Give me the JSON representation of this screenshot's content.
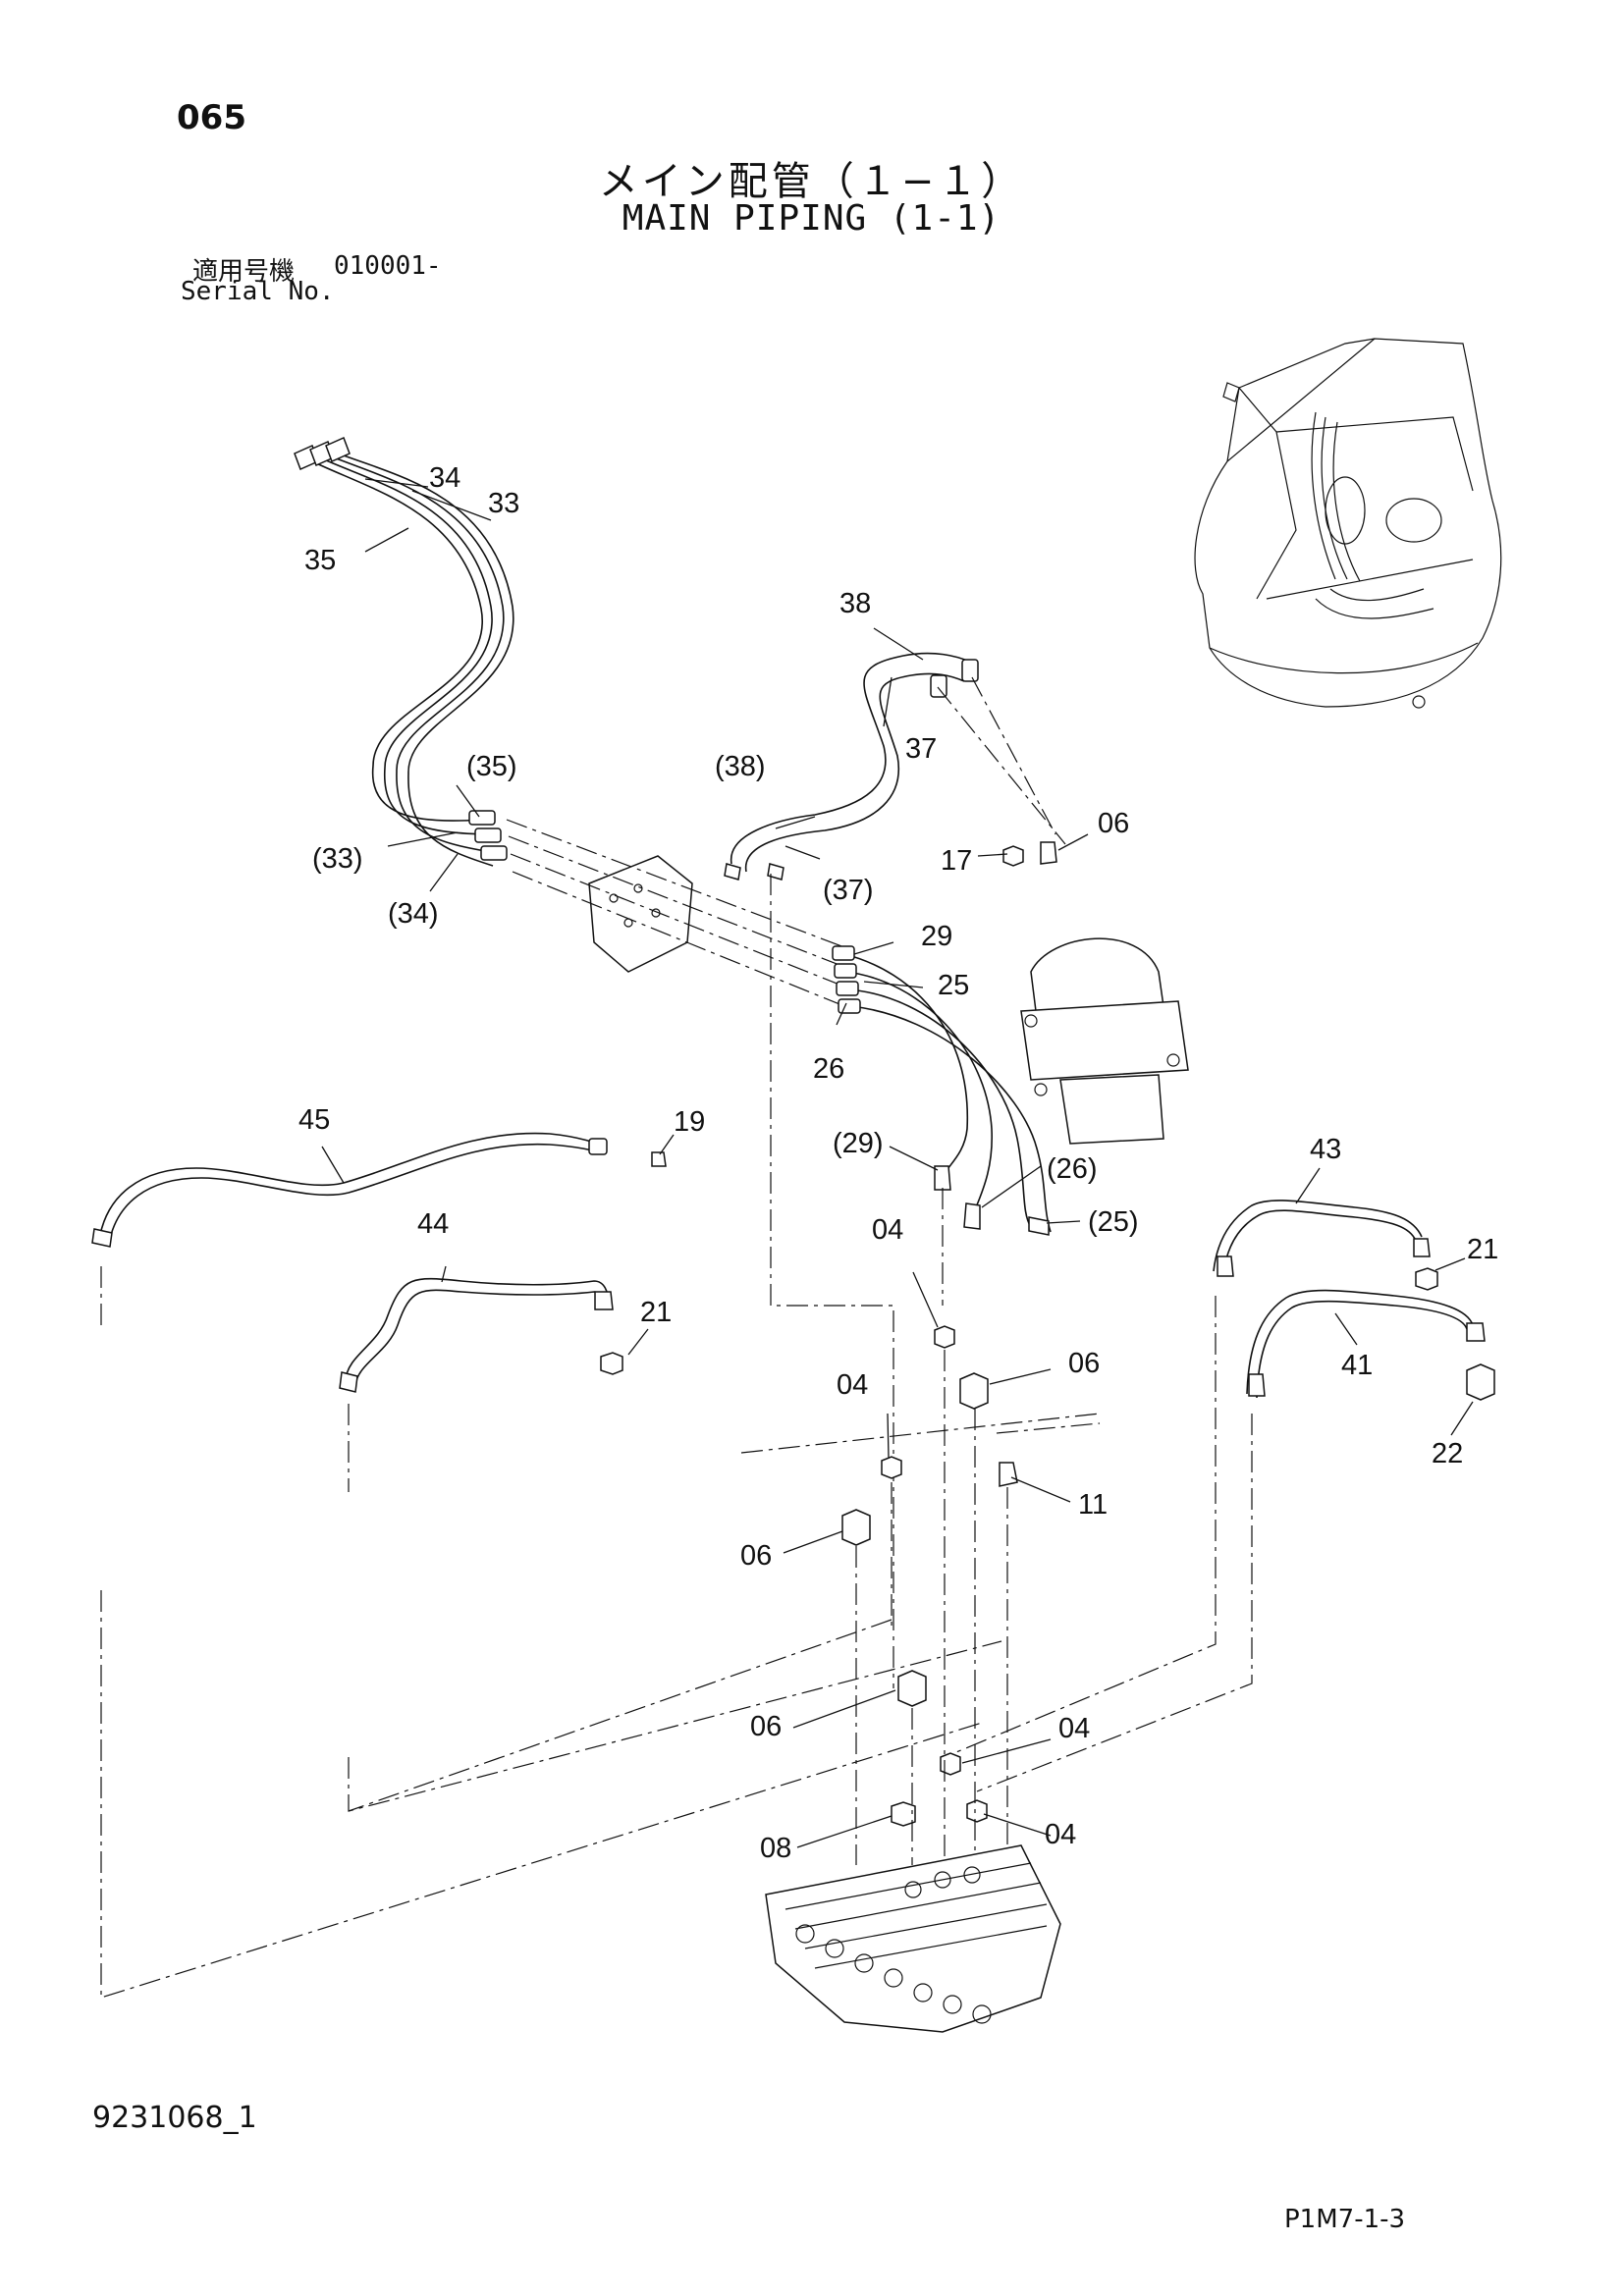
{
  "header": {
    "page_number": "065",
    "title_ja": "メイン配管（１−１）",
    "title_en": "MAIN PIPING (1-1)",
    "applicable_label_ja": "適用号機",
    "applicable_serial": "010001-",
    "applicable_label_en": "Serial No."
  },
  "footer": {
    "doc_number": "9231068_1",
    "page_code": "P1M7-1-3"
  },
  "callouts": {
    "c34": "34",
    "c33": "33",
    "c35": "35",
    "c35p": "(35)",
    "c33p": "(33)",
    "c34p": "(34)",
    "c38": "38",
    "c37": "37",
    "c38p": "(38)",
    "c37p": "(37)",
    "c17": "17",
    "c06a": "06",
    "c29": "29",
    "c25": "25",
    "c26": "26",
    "c29p": "(29)",
    "c26p": "(26)",
    "c25p": "(25)",
    "c45": "45",
    "c19": "19",
    "c44": "44",
    "c21a": "21",
    "c04a": "04",
    "c06b": "06",
    "c43": "43",
    "c21b": "21",
    "c41": "41",
    "c22": "22",
    "c04b": "04",
    "c11": "11",
    "c06c": "06",
    "c06d": "06",
    "c04c": "04",
    "c08": "08",
    "c04d": "04"
  }
}
